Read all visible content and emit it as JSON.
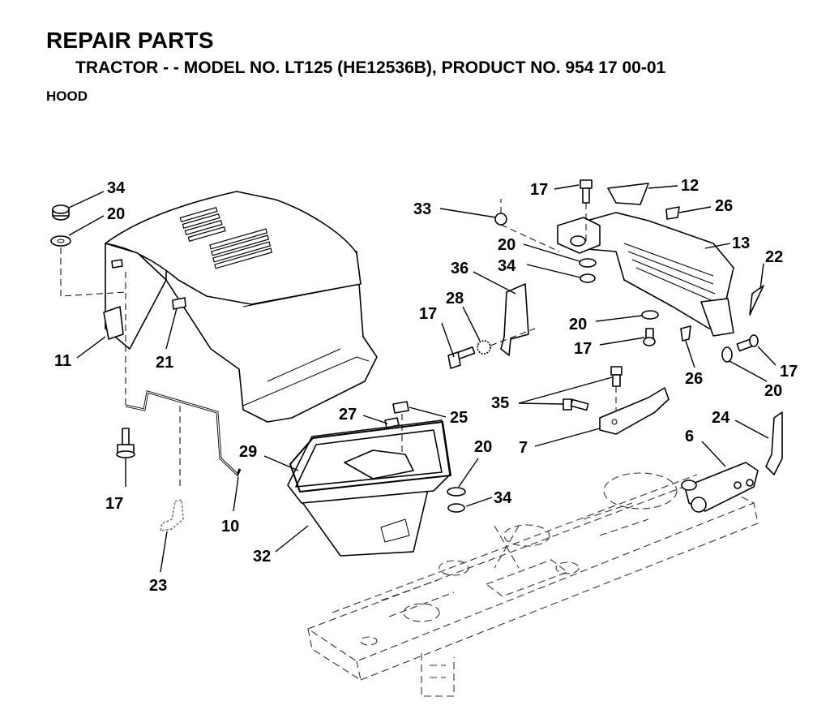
{
  "header": {
    "title": "REPAIR PARTS",
    "subtitle": "TRACTOR - - MODEL NO. LT125 (HE12536B),   PRODUCT NO. 954 17 00-01",
    "section": "HOOD"
  },
  "callouts": {
    "c34a": "34",
    "c20a": "20",
    "c11": "11",
    "c21": "21",
    "c17a": "17",
    "c10": "10",
    "c23": "23",
    "c27": "27",
    "c25": "25",
    "c29": "29",
    "c32": "32",
    "c20b": "20",
    "c34b": "34",
    "c33": "33",
    "c17b": "17",
    "c12": "12",
    "c26a": "26",
    "c20c": "20",
    "c34c": "34",
    "c13": "13",
    "c36": "36",
    "c22": "22",
    "c28": "28",
    "c17c": "17",
    "c20d": "20",
    "c17d": "17",
    "c26b": "26",
    "c17e": "17",
    "c20e": "20",
    "c35": "35",
    "c7": "7",
    "c24": "24",
    "c6": "6"
  }
}
